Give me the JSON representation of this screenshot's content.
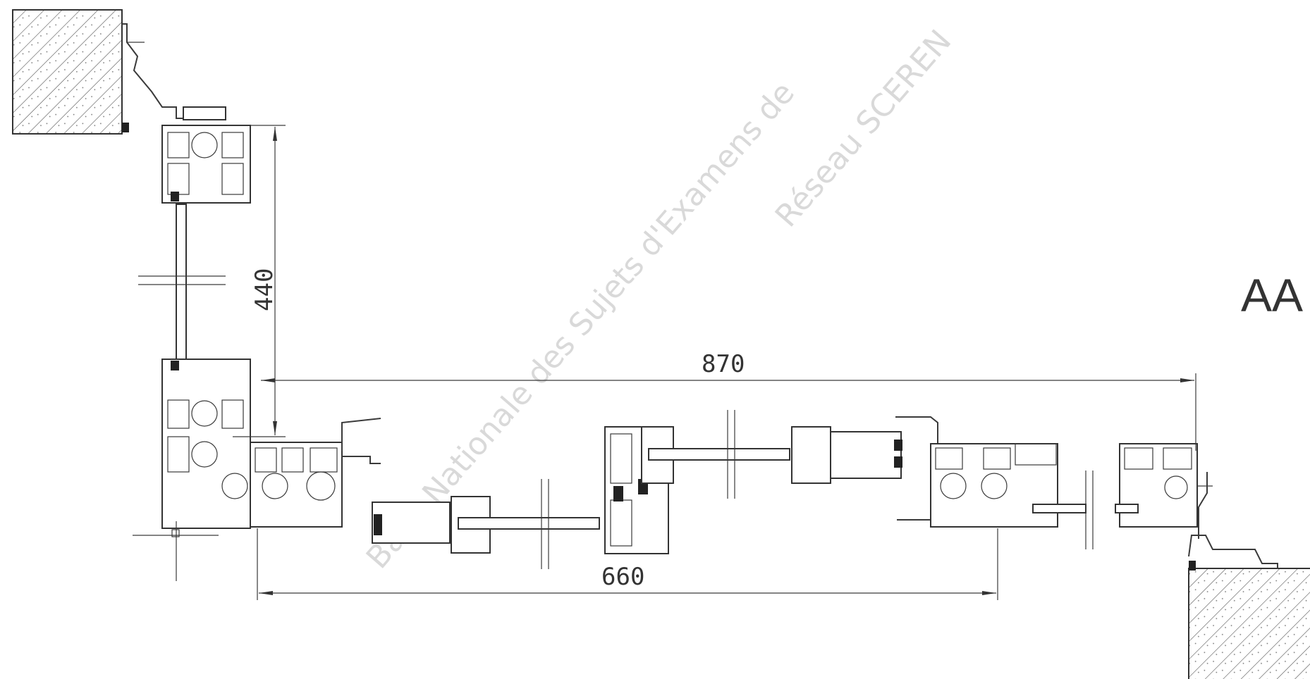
{
  "dimensions": {
    "d440": "440",
    "d870": "870",
    "d660": "660"
  },
  "section_label": "AA",
  "watermark": {
    "line1": "Base Nationale des Sujets d'Examens de",
    "line2": "Réseau SCEREN"
  },
  "colors": {
    "ink": "#333333",
    "watermark": "#d9d9d9",
    "background": "#ffffff"
  }
}
